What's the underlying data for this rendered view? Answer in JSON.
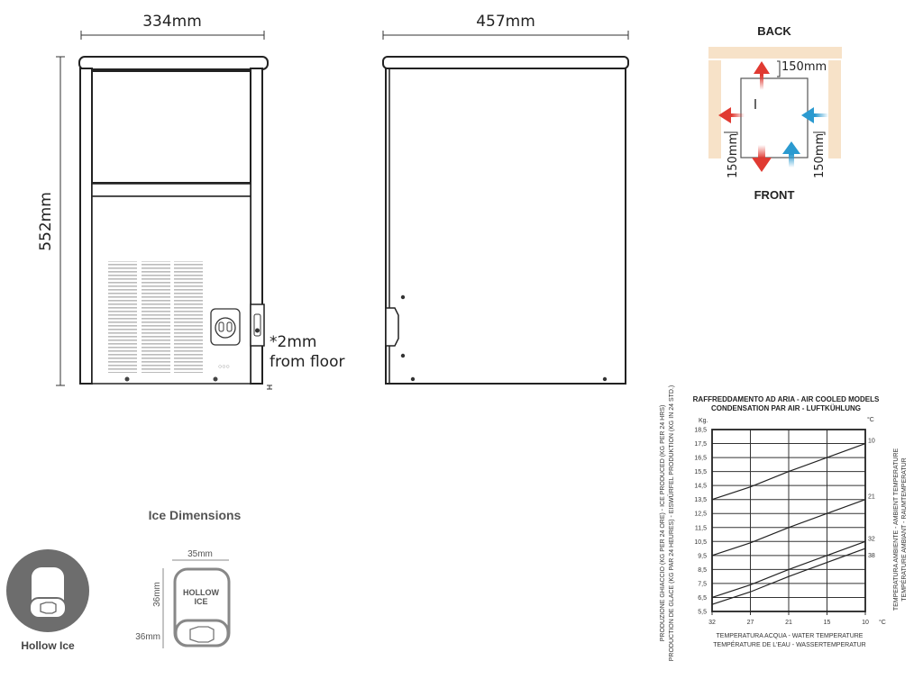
{
  "front_view": {
    "width_label": "334mm",
    "height_label": "552mm",
    "floor_note_line1": "*2mm",
    "floor_note_line2": "from floor"
  },
  "side_view": {
    "depth_label": "457mm"
  },
  "clearance": {
    "back_label": "BACK",
    "front_label": "FRONT",
    "top_gap": "150mm",
    "left_gap": "150mm",
    "right_gap": "150mm",
    "hot_color": "#e03a32",
    "cold_color": "#2b9ad0",
    "wall_color": "#f7e2c8"
  },
  "ice": {
    "section_title": "Ice Dimensions",
    "type_label": "Hollow Ice",
    "cube_text_line1": "HOLLOW",
    "cube_text_line2": "ICE",
    "width_label": "35mm",
    "height_label": "36mm",
    "depth_label": "36mm"
  },
  "chart_data": {
    "type": "line",
    "title": "RAFFREDDAMENTO AD ARIA - AIR COOLED MODELS",
    "subtitle": "CONDENSATION PAR AIR - LUFTKÜHLUNG",
    "y_unit": "Kg.",
    "right_unit": "°C",
    "x_unit": "°C",
    "xlabel": "TEMPERATURA ACQUA - WATER TEMPERATURE",
    "xlabel2": "TEMPÉRATURE DE L'EAU  - WASSERTEMPERATUR",
    "ylabel": "PRODUZIONE GHIACCIO (KG PER 24 ORE) - ICE PRODUCED (KG PER 24 HRS)",
    "ylabel2": "PRODUCTION DE GLACE (KG PAR 24 HEURES) - EISWÜRFEL PRODUKTION (KG IN 24 STD.)",
    "right_label": "TEMPERATURA AMBIENTE - AMBIENT TEMPERATURE",
    "right_label2": "TEMPÉRATURE AMBIANT - RAUMTEMPERATUR",
    "categories": [
      "32",
      "27",
      "21",
      "15",
      "10"
    ],
    "y_ticks": [
      "18,5",
      "17,5",
      "16,5",
      "15,5",
      "14,5",
      "13,5",
      "12,5",
      "11,5",
      "10,5",
      "9,5",
      "8,5",
      "7,5",
      "6,5",
      "5,5"
    ],
    "ylim": [
      5.5,
      18.5
    ],
    "grid": true,
    "series": [
      {
        "name": "10",
        "values": [
          13.5,
          14.4,
          15.5,
          16.5,
          17.5
        ]
      },
      {
        "name": "21",
        "values": [
          9.5,
          10.4,
          11.5,
          12.5,
          13.5
        ]
      },
      {
        "name": "32",
        "values": [
          6.5,
          7.4,
          8.5,
          9.5,
          10.5
        ]
      },
      {
        "name": "38",
        "values": [
          6.0,
          6.9,
          8.0,
          9.0,
          10.0
        ]
      }
    ]
  }
}
